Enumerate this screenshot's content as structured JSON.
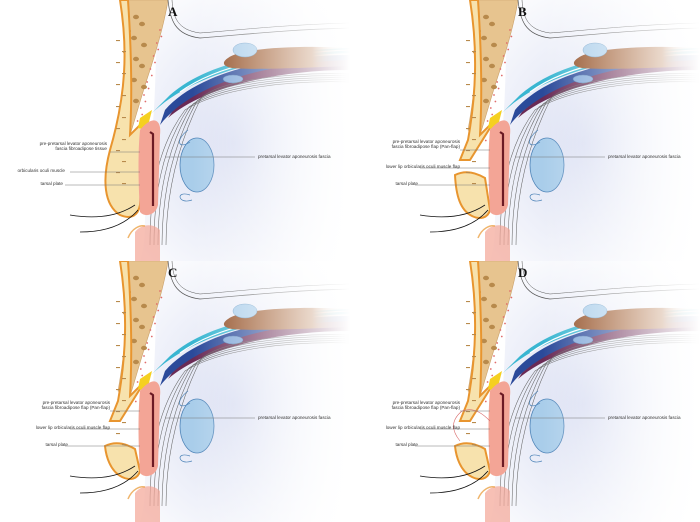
{
  "figure": {
    "panels": [
      {
        "letter": "A",
        "variant": "original",
        "labels_left": [
          {
            "lines": [
              "pre-pretarsal levator aponeurosis",
              "fascia fibroadipose tissue"
            ]
          },
          {
            "lines": [
              "orbicularis oculi muscle"
            ]
          },
          {
            "lines": [
              "tarsal plate"
            ]
          }
        ],
        "labels_right": [
          {
            "lines": [
              "pretarsal levator aponeurosis fascia"
            ]
          }
        ]
      },
      {
        "letter": "B",
        "variant": "flaps-separated",
        "labels_left": [
          {
            "lines": [
              "pre-pretarsal levator aponeurosis",
              "fascia fibroadipose flap (Pan-flap)"
            ]
          },
          {
            "lines": [
              "lower lip orbicularis oculi muscle flap"
            ]
          },
          {
            "lines": [
              "tarsal plate"
            ]
          }
        ],
        "labels_right": [
          {
            "lines": [
              "pretarsal levator aponeurosis fascia"
            ]
          }
        ]
      },
      {
        "letter": "C",
        "variant": "flaps-inserted",
        "labels_left": [
          {
            "lines": [
              "pre-pretarsal levator aponeurosis",
              "fascia fibroadipose flap (Pan-flap)"
            ]
          },
          {
            "lines": [
              "lower lip orbicularis oculi muscle flap"
            ]
          },
          {
            "lines": [
              "tarsal plate"
            ]
          }
        ],
        "labels_right": [
          {
            "lines": [
              "pretarsal levator aponeurosis fascia"
            ]
          }
        ]
      },
      {
        "letter": "D",
        "variant": "sutured",
        "labels_left": [
          {
            "lines": [
              "pre-pretarsal levator aponeurosis",
              "fascia fibroadipose flap (Pan-flap)"
            ]
          },
          {
            "lines": [
              "lower lip orbicularis oculi muscle flap"
            ]
          },
          {
            "lines": [
              "tarsal plate"
            ]
          }
        ],
        "labels_right": [
          {
            "lines": [
              "pretarsal levator aponeurosis fascia"
            ]
          }
        ]
      }
    ],
    "colors": {
      "skin_outline": "#e8952f",
      "tarsal_fill": "#f7e2ad",
      "bone_fill": "#e7c48f",
      "bone_spots": "#b88a4c",
      "fat_dots": "#e06c6c",
      "orbital_bg": "#d9def2",
      "levator_cyan": "#39b6d1",
      "muscle_purple": "#6a2a55",
      "muscle_brown": "#8f4b22",
      "navy": "#2b4a9a",
      "yellow": "#f5d020",
      "orbicularis_pink": "#f3a596",
      "orbicularis_dark": "#6b1a24",
      "lens_blue": "#a9cdea",
      "suture": "#d96a6a"
    }
  }
}
